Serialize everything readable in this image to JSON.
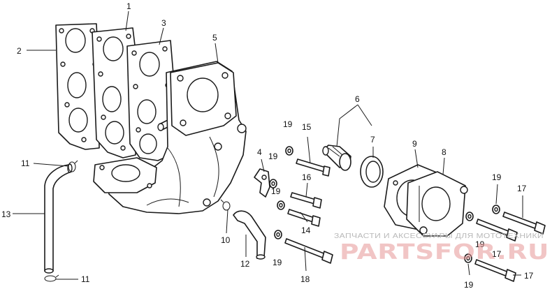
{
  "callouts": {
    "c1": "1",
    "c2": "2",
    "c3": "3",
    "c4": "4",
    "c5": "5",
    "c6": "6",
    "c7": "7",
    "c8": "8",
    "c9": "9",
    "c10": "10",
    "c11a": "11",
    "c11b": "11",
    "c12": "12",
    "c13": "13",
    "c14": "14",
    "c15": "15",
    "c16": "16",
    "c17a": "17",
    "c17b": "17",
    "c17c": "17",
    "c18": "18",
    "c19a": "19",
    "c19b": "19",
    "c19c": "19",
    "c19d": "19",
    "c19e": "19",
    "c19f": "19",
    "c19g": "19"
  },
  "watermark": {
    "caption": "ЗАПЧАСТИ И АКСЕССУАРЫ ДЛЯ МОТОТЕХНИКИ",
    "logo": "PARTSFOR.RU"
  }
}
